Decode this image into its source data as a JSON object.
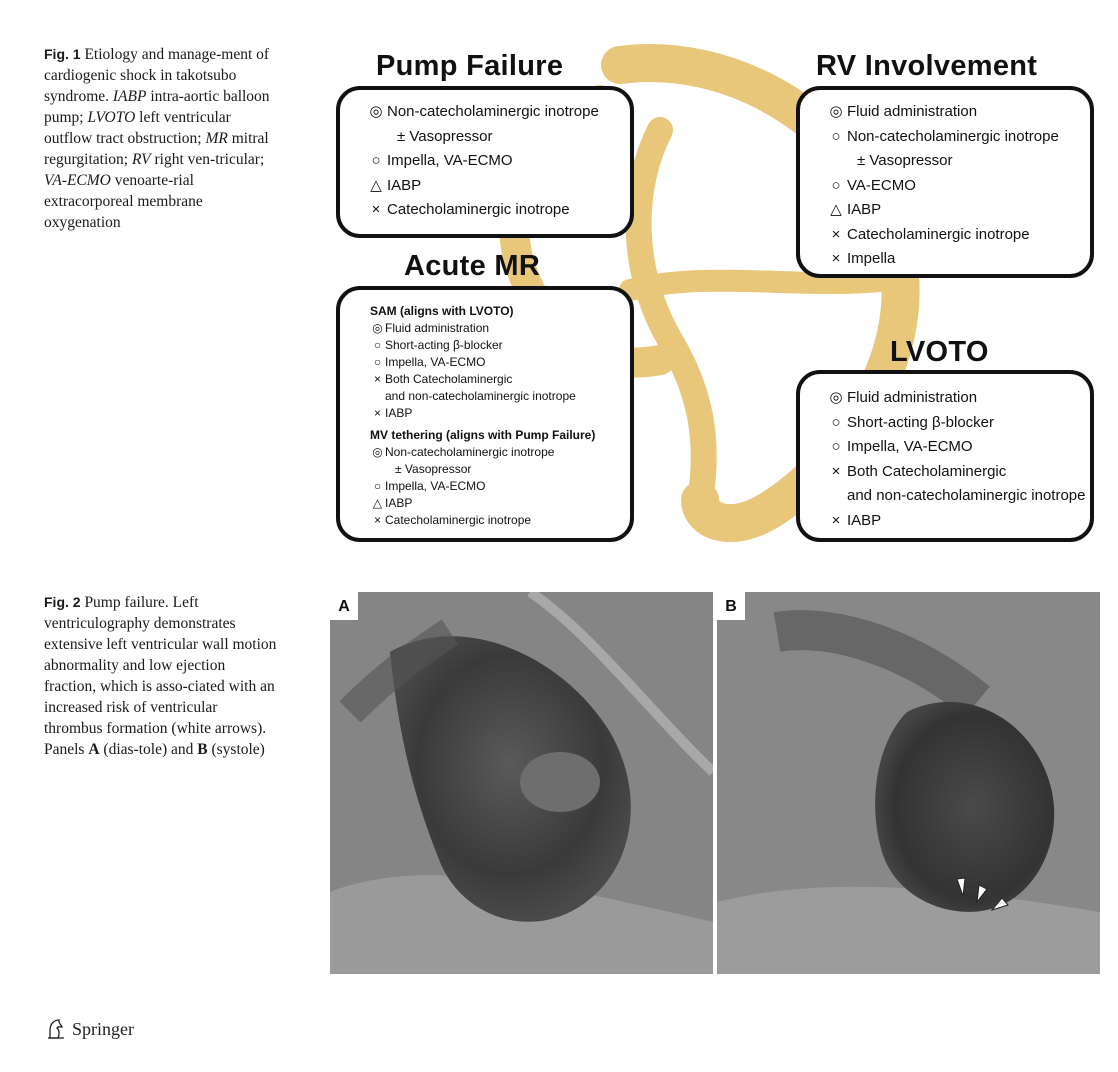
{
  "fig1": {
    "caption": {
      "label": "Fig. 1",
      "text_1": "Etiology and manage-ment of cardiogenic shock in takotsubo syndrome. ",
      "abbr_1": "IABP",
      "text_2": " intra-aortic balloon pump; ",
      "abbr_2": "LVOTO",
      "text_3": " left ventricular outflow tract obstruction; ",
      "abbr_3": "MR",
      "text_4": " mitral regurgitation; ",
      "abbr_4": "RV",
      "text_5": " right ven-tricular; ",
      "abbr_5": "VA-ECMO",
      "text_6": " venoarte-rial extracorporeal membrane oxygenation"
    },
    "pump_failure": {
      "title": "Pump Failure",
      "rows": [
        {
          "symbol": "◎",
          "text": "Non-catecholaminergic inotrope"
        },
        {
          "symbol": "",
          "text": "± Vasopressor"
        },
        {
          "symbol": "○",
          "text": "Impella, VA-ECMO"
        },
        {
          "symbol": "△",
          "text": "IABP"
        },
        {
          "symbol": "×",
          "text": "Catecholaminergic inotrope"
        }
      ]
    },
    "rv_involvement": {
      "title": "RV Involvement",
      "rows": [
        {
          "symbol": "◎",
          "text": "Fluid administration"
        },
        {
          "symbol": "○",
          "text": "Non-catecholaminergic inotrope"
        },
        {
          "symbol": "",
          "text": "± Vasopressor"
        },
        {
          "symbol": "○",
          "text": "VA-ECMO"
        },
        {
          "symbol": "△",
          "text": "IABP"
        },
        {
          "symbol": "×",
          "text": "Catecholaminergic inotrope"
        },
        {
          "symbol": "×",
          "text": "Impella"
        }
      ]
    },
    "acute_mr": {
      "title": "Acute MR",
      "sam": {
        "heading": "SAM (aligns with LVOTO)",
        "rows": [
          {
            "symbol": "◎",
            "text": "Fluid administration"
          },
          {
            "symbol": "○",
            "text": "Short-acting β-blocker"
          },
          {
            "symbol": "○",
            "text": "Impella, VA-ECMO"
          },
          {
            "symbol": "×",
            "text": "Both Catecholaminergic"
          },
          {
            "symbol": "",
            "text": "and non-catecholaminergic inotrope"
          },
          {
            "symbol": "×",
            "text": "IABP"
          }
        ]
      },
      "mv": {
        "heading": "MV tethering (aligns with Pump Failure)",
        "rows": [
          {
            "symbol": "◎",
            "text": "Non-catecholaminergic inotrope"
          },
          {
            "symbol": "",
            "text": "± Vasopressor"
          },
          {
            "symbol": "○",
            "text": "Impella, VA-ECMO"
          },
          {
            "symbol": "△",
            "text": "IABP"
          },
          {
            "symbol": "×",
            "text": "Catecholaminergic inotrope"
          }
        ]
      }
    },
    "lvoto": {
      "title": "LVOTO",
      "rows": [
        {
          "symbol": "◎",
          "text": "Fluid administration"
        },
        {
          "symbol": "○",
          "text": "Short-acting β-blocker"
        },
        {
          "symbol": "○",
          "text": "Impella, VA-ECMO"
        },
        {
          "symbol": "×",
          "text": "Both Catecholaminergic"
        },
        {
          "symbol": "",
          "text": "and non-catecholaminergic inotrope"
        },
        {
          "symbol": "×",
          "text": "IABP"
        }
      ]
    },
    "colors": {
      "heart": "#e8c77a",
      "box_border": "#111111"
    }
  },
  "fig2": {
    "caption": {
      "label": "Fig. 2",
      "text_1": "Pump failure. Left ventriculography demonstrates extensive left ventricular wall motion abnormality and low ejection fraction, which is asso-ciated with an increased risk of ventricular thrombus formation (white arrows). Panels ",
      "ref_a": "A",
      "text_2": " (dias-tole) and ",
      "ref_b": "B",
      "text_3": " (systole)"
    },
    "panel_a_label": "A",
    "panel_b_label": "B"
  },
  "footer": {
    "publisher": "Springer",
    "icon": "springer-horse-logo-icon"
  }
}
